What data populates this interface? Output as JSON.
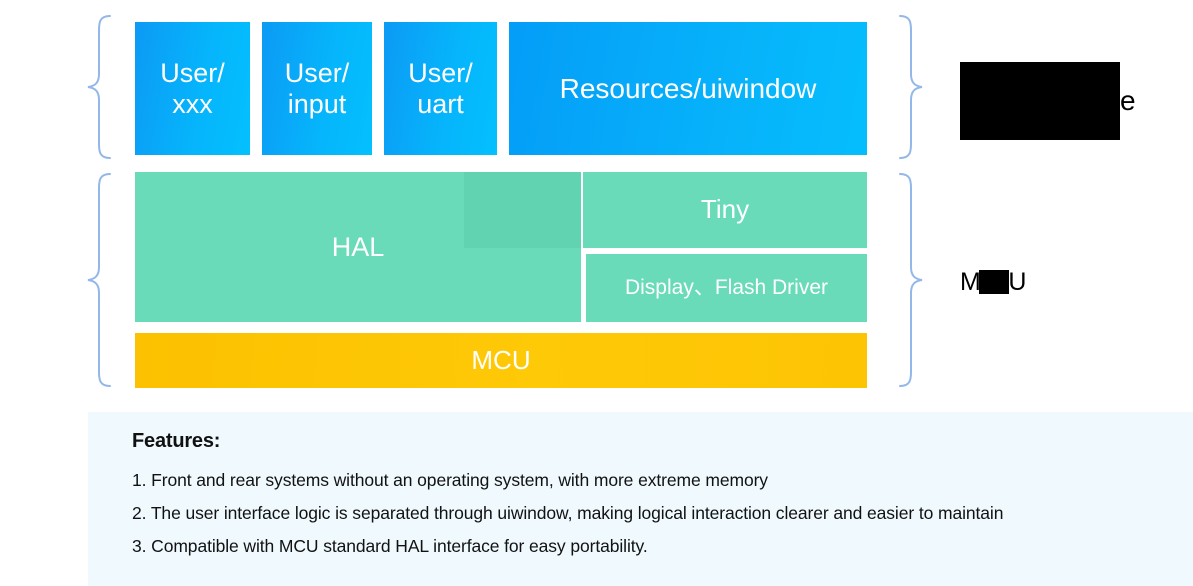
{
  "diagram": {
    "layers": {
      "application": {
        "blocks": [
          {
            "label": "User/\nxxx",
            "name": "user-xxx"
          },
          {
            "label": "User/\ninput",
            "name": "user-input"
          },
          {
            "label": "User/\nuart",
            "name": "user-uart"
          },
          {
            "label": "Resources/uiwindow",
            "name": "resources-uiwindow"
          }
        ],
        "side_label": {
          "redacted": true,
          "visible_suffix": "e"
        }
      },
      "middleware": {
        "blocks": [
          {
            "label": "HAL",
            "name": "hal"
          },
          {
            "label": "Tiny",
            "name": "tiny"
          },
          {
            "label": "Display、Flash Driver",
            "name": "display-flash-driver"
          }
        ],
        "side_label": {
          "prefix": "M",
          "redacted": true,
          "suffix": "U"
        }
      },
      "hardware": {
        "blocks": [
          {
            "label": "MCU",
            "name": "mcu"
          }
        ]
      }
    },
    "colors": {
      "application_blue": "#06b4fb",
      "middleware_green": "#69dbb8",
      "middleware_green_dark": "#62d3b1",
      "hardware_yellow": "#fec50b",
      "brace": "#93b7e8",
      "features_background": "#eff9fe"
    }
  },
  "features": {
    "title": "Features:",
    "items": [
      "1. Front and rear systems without an operating system, with more extreme memory",
      "2. The user interface logic is separated through uiwindow, making logical interaction clearer and easier to maintain",
      "3. Compatible with MCU standard HAL interface for easy portability."
    ]
  }
}
